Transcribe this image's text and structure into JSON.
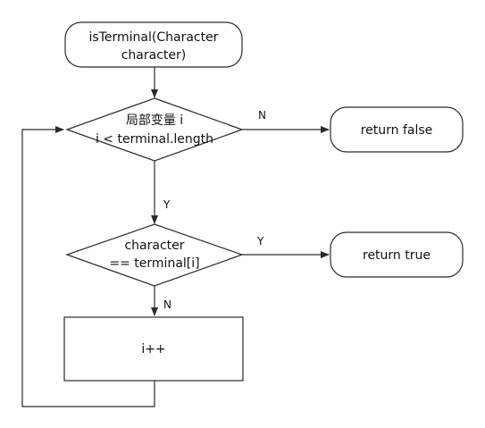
{
  "flowchart": {
    "start": {
      "line1": "isTerminal(Character",
      "line2": "character)"
    },
    "loop_condition": {
      "line1": "局部变量 i",
      "line2": "i < terminal.length"
    },
    "match_condition": {
      "line1": "character",
      "line2": "== terminal[i]"
    },
    "increment": {
      "label": "i++"
    },
    "return_false": {
      "label": "return false"
    },
    "return_true": {
      "label": "return true"
    },
    "edge_labels": {
      "loop_no": "N",
      "loop_yes": "Y",
      "match_yes": "Y",
      "match_no": "N"
    }
  },
  "colors": {
    "stroke": "#2b2b2b",
    "fill": "#ffffff",
    "text": "#111111"
  }
}
